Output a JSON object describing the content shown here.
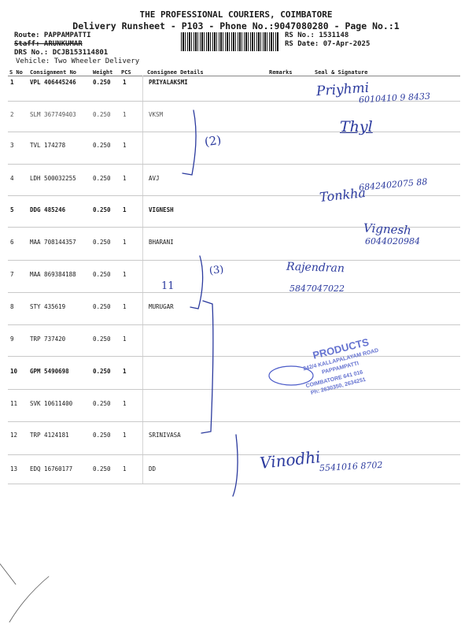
{
  "header": {
    "company": "THE PROFESSIONAL COURIERS, COIMBATORE",
    "subtitle": "Delivery Runsheet - P103 - Phone No.:9047080280 - Page No.:1"
  },
  "info": {
    "route": "Route: PAPPAMPATTI",
    "staff": "Staff: ARUNKUMAR",
    "drs": "DRS No.: DCJB153114801",
    "vehicle": "Vehicle: Two Wheeler Delivery",
    "rs_no": "RS No.: 1531148",
    "rs_date": "RS Date: 07-Apr-2025"
  },
  "table": {
    "columns": [
      "S No",
      "Consignment No",
      "Weight",
      "PCS",
      "Consignee Details",
      "Remarks",
      "Seal & Signature"
    ],
    "rows": [
      {
        "sno": "1",
        "consignment": "VPL 406445246",
        "weight": "0.250",
        "pcs": "1",
        "consignee": "PRIYALAKSMI"
      },
      {
        "sno": "2",
        "consignment": "SLM 367749403",
        "weight": "0.250",
        "pcs": "1",
        "consignee": "VKSM"
      },
      {
        "sno": "3",
        "consignment": "TVL 174278",
        "weight": "0.250",
        "pcs": "1",
        "consignee": ""
      },
      {
        "sno": "4",
        "consignment": "LDH 500032255",
        "weight": "0.250",
        "pcs": "1",
        "consignee": "AVJ"
      },
      {
        "sno": "5",
        "consignment": "DDG 485246",
        "weight": "0.250",
        "pcs": "1",
        "consignee": "VIGNESH"
      },
      {
        "sno": "6",
        "consignment": "MAA 708144357",
        "weight": "0.250",
        "pcs": "1",
        "consignee": "BHARANI"
      },
      {
        "sno": "7",
        "consignment": "MAA 869384188",
        "weight": "0.250",
        "pcs": "1",
        "consignee": ""
      },
      {
        "sno": "8",
        "consignment": "STY 435619",
        "weight": "0.250",
        "pcs": "1",
        "consignee": "MURUGAR"
      },
      {
        "sno": "9",
        "consignment": "TRP 737420",
        "weight": "0.250",
        "pcs": "1",
        "consignee": ""
      },
      {
        "sno": "10",
        "consignment": "GPM 5490698",
        "weight": "0.250",
        "pcs": "1",
        "consignee": ""
      },
      {
        "sno": "11",
        "consignment": "SVK 10611400",
        "weight": "0.250",
        "pcs": "1",
        "consignee": ""
      },
      {
        "sno": "12",
        "consignment": "TRP 4124181",
        "weight": "0.250",
        "pcs": "1",
        "consignee": "SRINIVASA"
      },
      {
        "sno": "13",
        "consignment": "EDQ 16760177",
        "weight": "0.250",
        "pcs": "1",
        "consignee": "DD"
      }
    ]
  },
  "handwriting": {
    "sig1": "Priyhmi",
    "num1": "6010410 9 8433",
    "sig2": "Thyl",
    "num2": "6842402075 88",
    "sig3": "Tonkha",
    "sig4": "Vignesh",
    "num4": "6044020984",
    "sig5": "Rajendran",
    "num5": "5847047022",
    "sig6": "Vinodhi",
    "num6": "5541016 8702",
    "bracket2": "(2)",
    "bracket3": "(3)",
    "ditto": "11"
  },
  "stamp": {
    "line1": "PRODUCTS",
    "line2": "242/4 KALLAPALAYAM ROAD",
    "line3": "PAPPAMPATTI",
    "line4": "COIMBATORE 641 016",
    "line5": "Ph: 2630350, 2634251"
  },
  "colors": {
    "ink": "#2b3a9e",
    "stamp": "#4a5ac8",
    "text": "#1a1a1a"
  }
}
